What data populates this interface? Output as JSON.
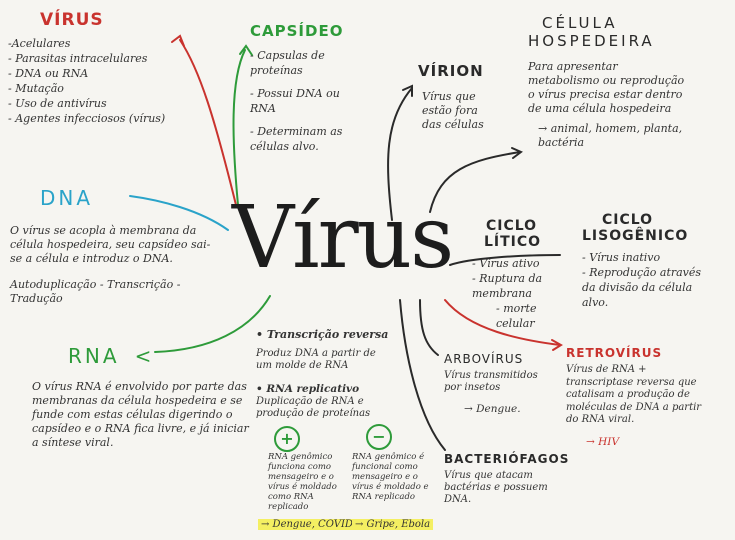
{
  "center_title": "Vírus",
  "virus_box": {
    "title": "VÍRUS",
    "items": [
      "-Acelulares",
      "- Parasitas intracelulares",
      "- DNA ou RNA",
      "- Mutação",
      "- Uso de antivírus",
      "- Agentes infecciosos (vírus)"
    ]
  },
  "capsideo": {
    "title": "CAPSÍDEO",
    "items": [
      "- Capsulas de proteínas",
      "- Possui DNA ou RNA",
      "- Determinam as células alvo."
    ]
  },
  "celula": {
    "title_line1": "CÉLULA",
    "title_line2": "HOSPEDEIRA",
    "text": "Para apresentar metabolismo ou reprodução o vírus precisa estar dentro de uma célula hospedeira",
    "examples": "→ animal, homem, planta, bactéria"
  },
  "virion": {
    "title": "VÍRION",
    "text": "Vírus que estão fora das células"
  },
  "dna": {
    "title": "DNA",
    "text": "O vírus se acopla à membrana da célula hospedeira, seu capsídeo sai-se a célula e introduz o DNA.",
    "process": "Autoduplicação - Transcrição - Tradução"
  },
  "ciclo_litico": {
    "title_line1": "CICLO",
    "title_line2": "LÍTICO",
    "items": [
      "- Vírus ativo",
      "- Ruptura da membrana",
      "- morte celular"
    ]
  },
  "ciclo_lisogenico": {
    "title_line1": "CICLO",
    "title_line2": "LISOGÊNICO",
    "items": [
      "- Vírus inativo",
      "- Reprodução através da divisão da célula alvo."
    ]
  },
  "rna": {
    "title": "RNA",
    "arrow": "<",
    "text": "O vírus RNA é envolvido por parte das membranas da célula hospedeira e se funde com estas células digerindo o capsídeo e o RNA fica livre, e já iniciar a síntese viral."
  },
  "transcricao": {
    "title": "• Transcrição reversa",
    "text": "Produz DNA a partir de um molde de RNA",
    "rna_replicativo": "• RNA replicativo",
    "rna_text": "Duplicação de RNA e produção de proteínas",
    "plus_sign": "+",
    "minus_sign": "−",
    "plus_text": "RNA genômico funciona como mensageiro e o vírus é moldado como RNA replicado",
    "minus_text": "RNA genômico é funcional como mensageiro e o vírus é moldado e RNA replicado",
    "plus_example": "→ Dengue, COVID",
    "minus_example": "→ Gripe, Ebola"
  },
  "arbovirus": {
    "title": "ARBOVÍRUS",
    "text": "Vírus transmitidos por insetos",
    "example": "→ Dengue."
  },
  "bacteriofagos": {
    "title": "BACTERIÓFAGOS",
    "text": "Vírus que atacam bactérias e possuem DNA."
  },
  "retrovirus": {
    "title": "RETROVÍRUS",
    "text": "Vírus de RNA + transcriptase reversa que catalisam a produção de moléculas de DNA a partir do RNA viral.",
    "example": "→ HIV"
  },
  "colors": {
    "red": "#c9332e",
    "green": "#2e9b3a",
    "blue": "#2aa3c9",
    "dark": "#2a2a2a",
    "highlight": "#f4ef62"
  }
}
